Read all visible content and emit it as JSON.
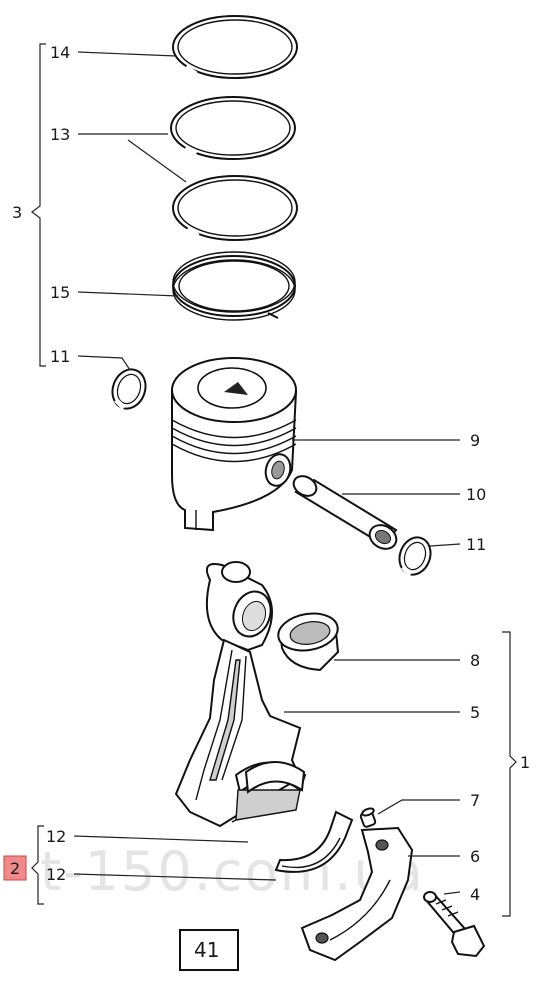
{
  "callouts": {
    "c14": "14",
    "c13": "13",
    "c3": "3",
    "c15": "15",
    "c11a": "11",
    "c9": "9",
    "c10": "10",
    "c11b": "11",
    "c8": "8",
    "c5": "5",
    "c1": "1",
    "c7": "7",
    "c6": "6",
    "c2": "2",
    "c12a": "12",
    "c12b": "12",
    "c4": "4"
  },
  "page_number": "41",
  "watermark": "t-150.com.ua",
  "colors": {
    "highlight": "#f08a8a",
    "line": "#111111",
    "watermark": "#e4e4e4"
  }
}
